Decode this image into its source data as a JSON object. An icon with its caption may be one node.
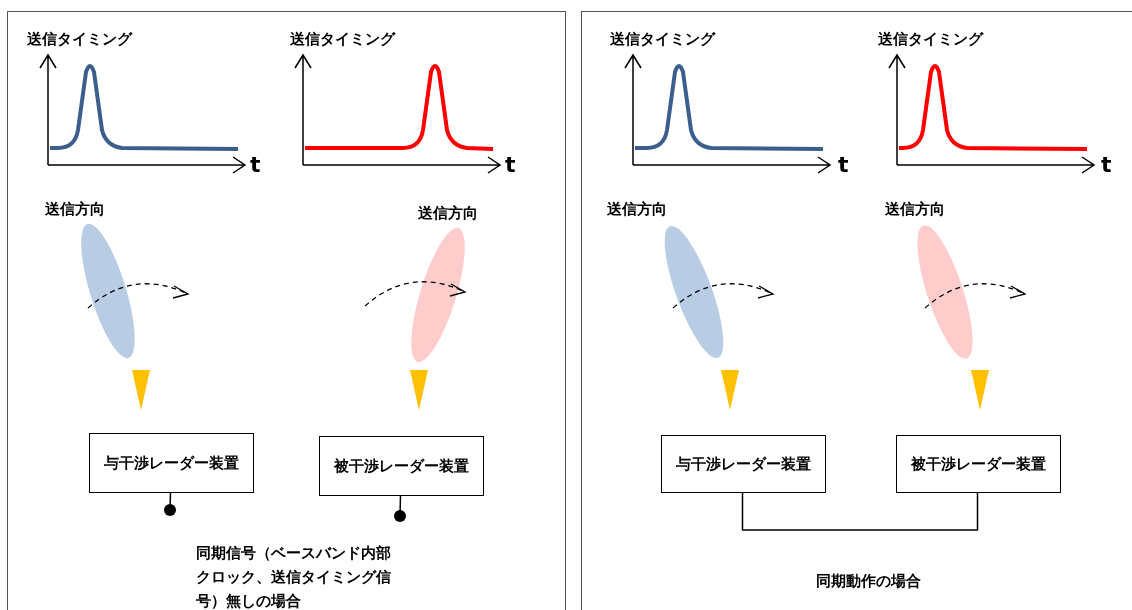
{
  "diagram": {
    "nodes": [
      {
        "text": [
          "同期信号（ベースバンド内部クロック、送信タイミング信号）無しの場合"
        ]
      },
      {
        "text": [
          "与干渉レーダー装置"
        ],
        "in": 0
      },
      {
        "text": [
          "被干渉レーダー装置"
        ],
        "in": 0
      },
      {
        "text": [
          "同期動作の場合"
        ]
      },
      {
        "text": [
          "与干渉レーダー装置"
        ],
        "in": 3
      },
      {
        "text": [
          "被干渉レーダー装置"
        ],
        "in": 3
      }
    ],
    "edges": [
      {
        "from": 1,
        "to": null,
        "arrow": "other"
      },
      {
        "from": 2,
        "to": null,
        "arrow": "other"
      },
      {
        "from": 4,
        "to": 5,
        "arrow": "none"
      }
    ],
    "labels": [
      "送信タイミング",
      "送信タイミング",
      "t",
      "t",
      "送信方向",
      "送信方向",
      "送信タイミング",
      "送信タイミング",
      "t",
      "t",
      "送信方向",
      "送信方向"
    ]
  }
}
